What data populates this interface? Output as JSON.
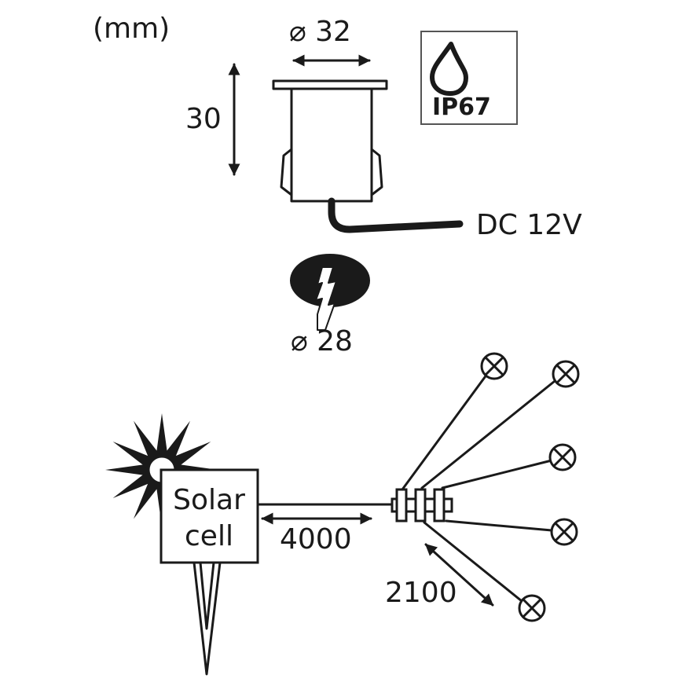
{
  "units_label": "(mm)",
  "dimensions": {
    "diameter_top": "⌀ 32",
    "height": "30",
    "diameter_hole": "⌀ 28",
    "cable_length_main": "4000",
    "cable_length_branch": "2100"
  },
  "rating": {
    "ip_code": "IP67",
    "icon": "water-drop-icon"
  },
  "power": "DC 12V",
  "solar": {
    "line1": "Solar",
    "line2": "cell"
  },
  "lamp_count": 5
}
